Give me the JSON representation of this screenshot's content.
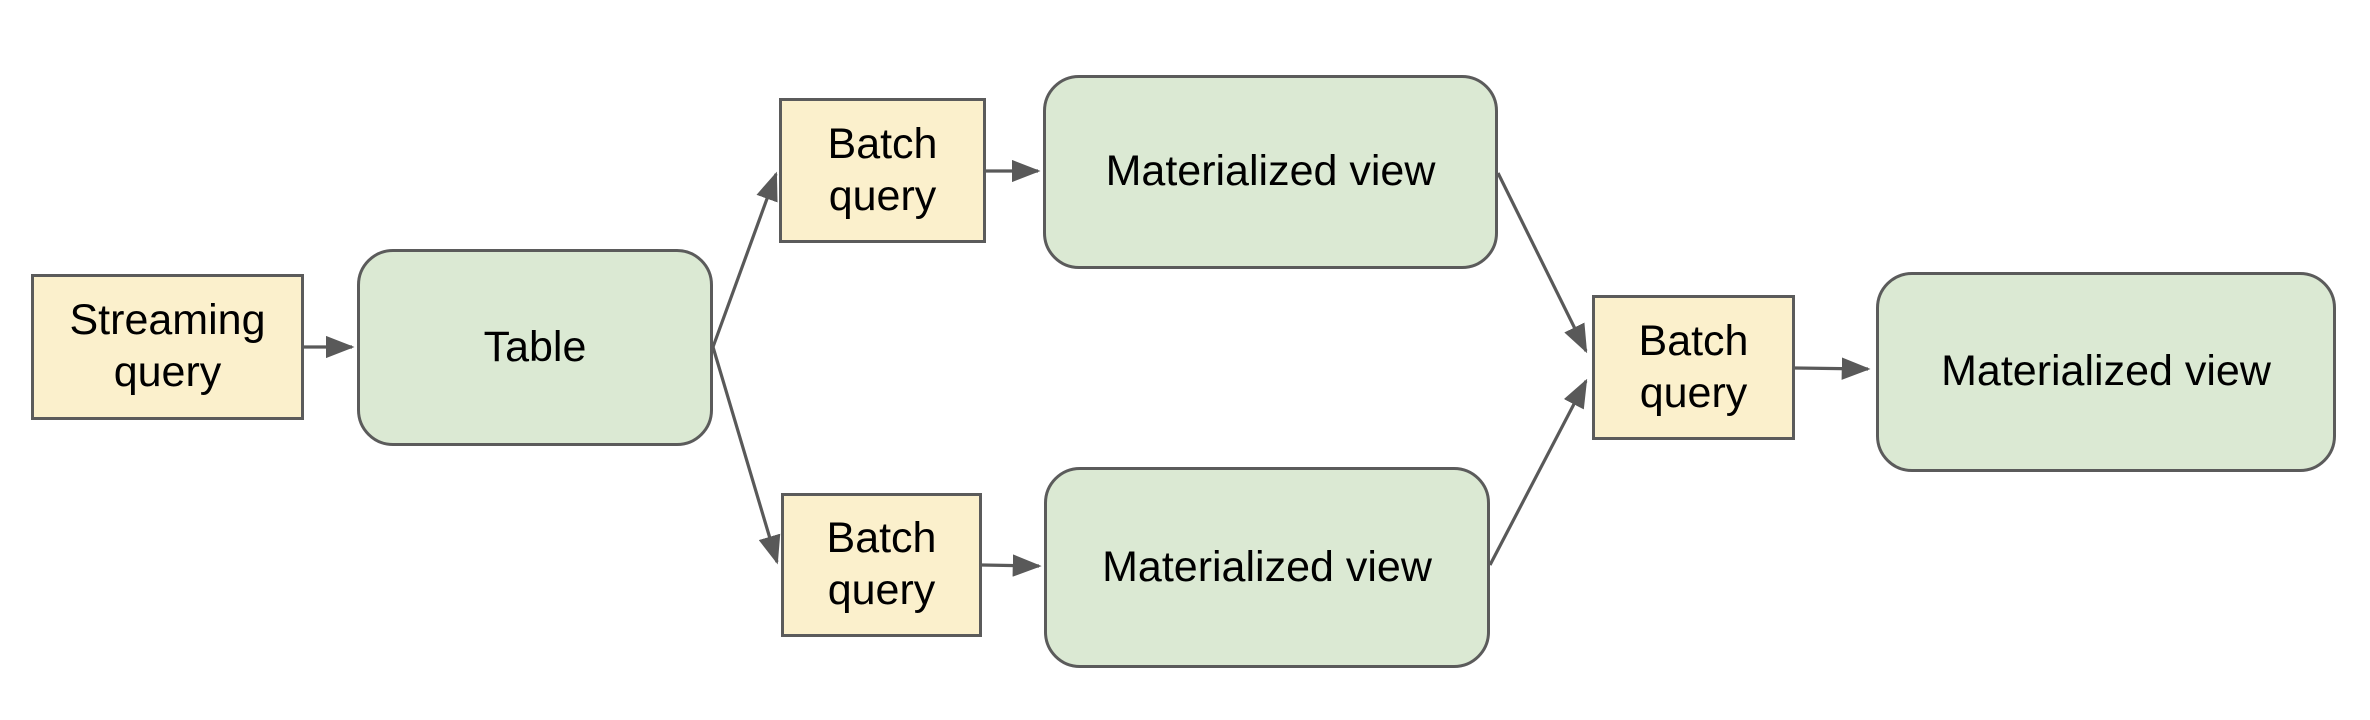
{
  "diagram": {
    "background": "#ffffff",
    "colors": {
      "background": "#ffffff",
      "query_fill": "#fbf0cc",
      "query_border": "#5b5b5b",
      "view_fill": "#dbe9d3",
      "view_border": "#5b5b5b",
      "arrow": "#595959",
      "text": "#000000"
    },
    "nodes": [
      {
        "id": "streaming-query",
        "type": "query",
        "label": "Streaming query"
      },
      {
        "id": "table",
        "type": "view",
        "label": "Table"
      },
      {
        "id": "batch-query-top",
        "type": "query",
        "label": "Batch query"
      },
      {
        "id": "materialized-view-top",
        "type": "view",
        "label": "Materialized view"
      },
      {
        "id": "batch-query-bottom",
        "type": "query",
        "label": "Batch query"
      },
      {
        "id": "materialized-view-bottom",
        "type": "view",
        "label": "Materialized view"
      },
      {
        "id": "batch-query-center",
        "type": "query",
        "label": "Batch query"
      },
      {
        "id": "materialized-view-right",
        "type": "view",
        "label": "Materialized view"
      }
    ],
    "edges": [
      {
        "from": "streaming-query",
        "to": "table"
      },
      {
        "from": "table",
        "to": "batch-query-top"
      },
      {
        "from": "table",
        "to": "batch-query-bottom"
      },
      {
        "from": "batch-query-top",
        "to": "materialized-view-top"
      },
      {
        "from": "batch-query-bottom",
        "to": "materialized-view-bottom"
      },
      {
        "from": "materialized-view-top",
        "to": "batch-query-center"
      },
      {
        "from": "materialized-view-bottom",
        "to": "batch-query-center"
      },
      {
        "from": "batch-query-center",
        "to": "materialized-view-right"
      }
    ]
  }
}
